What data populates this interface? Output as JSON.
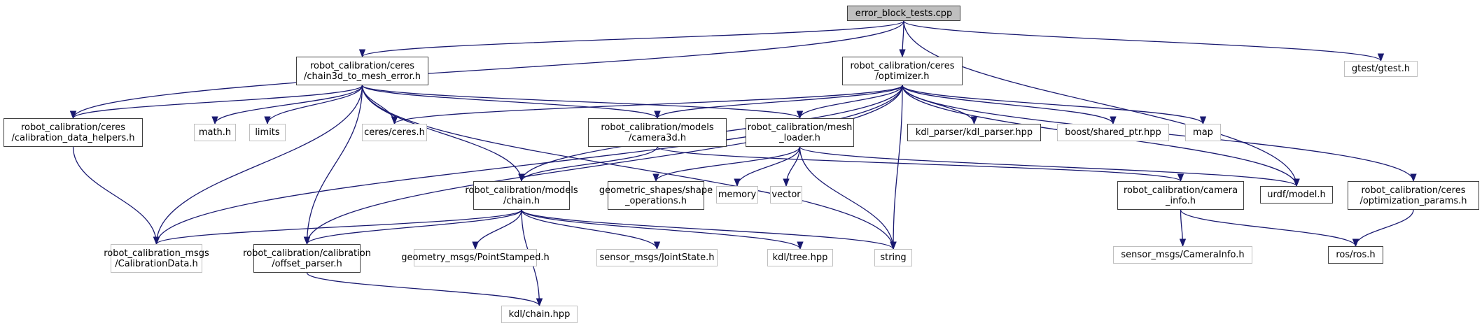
{
  "graph": {
    "title": "error_block_tests.cpp include dependency graph",
    "edge_color": "#191970",
    "nodes": [
      {
        "id": "root",
        "label": "error_block_tests.cpp",
        "kind": "root"
      },
      {
        "id": "c3d",
        "label": "robot_calibration/ceres\n/chain3d_to_mesh_error.h",
        "kind": "internal"
      },
      {
        "id": "opt",
        "label": "robot_calibration/ceres\n/optimizer.h",
        "kind": "internal"
      },
      {
        "id": "gtest",
        "label": "gtest/gtest.h",
        "kind": "external"
      },
      {
        "id": "cdh",
        "label": "robot_calibration/ceres\n/calibration_data_helpers.h",
        "kind": "internal"
      },
      {
        "id": "math",
        "label": "math.h",
        "kind": "external"
      },
      {
        "id": "limits",
        "label": "limits",
        "kind": "external"
      },
      {
        "id": "ceres",
        "label": "ceres/ceres.h",
        "kind": "external"
      },
      {
        "id": "cam3d",
        "label": "robot_calibration/models\n/camera3d.h",
        "kind": "internal"
      },
      {
        "id": "mesh",
        "label": "robot_calibration/mesh\n_loader.h",
        "kind": "internal"
      },
      {
        "id": "kdlp",
        "label": "kdl_parser/kdl_parser.hpp",
        "kind": "internal"
      },
      {
        "id": "boost",
        "label": "boost/shared_ptr.hpp",
        "kind": "external"
      },
      {
        "id": "map",
        "label": "map",
        "kind": "external"
      },
      {
        "id": "chain",
        "label": "robot_calibration/models\n/chain.h",
        "kind": "internal"
      },
      {
        "id": "geom",
        "label": "geometric_shapes/shape\n_operations.h",
        "kind": "internal"
      },
      {
        "id": "memory",
        "label": "memory",
        "kind": "external"
      },
      {
        "id": "vector",
        "label": "vector",
        "kind": "external"
      },
      {
        "id": "caminfo",
        "label": "robot_calibration/camera\n_info.h",
        "kind": "internal"
      },
      {
        "id": "urdf",
        "label": "urdf/model.h",
        "kind": "internal"
      },
      {
        "id": "optp",
        "label": "robot_calibration/ceres\n/optimization_params.h",
        "kind": "internal"
      },
      {
        "id": "caldata",
        "label": "robot_calibration_msgs\n/CalibrationData.h",
        "kind": "external"
      },
      {
        "id": "offset",
        "label": "robot_calibration/calibration\n/offset_parser.h",
        "kind": "internal"
      },
      {
        "id": "pstamp",
        "label": "geometry_msgs/PointStamped.h",
        "kind": "external"
      },
      {
        "id": "jstate",
        "label": "sensor_msgs/JointState.h",
        "kind": "external"
      },
      {
        "id": "tree",
        "label": "kdl/tree.hpp",
        "kind": "external"
      },
      {
        "id": "string",
        "label": "string",
        "kind": "external"
      },
      {
        "id": "caminfomsg",
        "label": "sensor_msgs/CameraInfo.h",
        "kind": "external"
      },
      {
        "id": "ros",
        "label": "ros/ros.h",
        "kind": "internal"
      },
      {
        "id": "kdlchain",
        "label": "kdl/chain.hpp",
        "kind": "external"
      }
    ],
    "edges": [
      [
        "root",
        "c3d"
      ],
      [
        "root",
        "opt"
      ],
      [
        "root",
        "gtest"
      ],
      [
        "root",
        "cdh"
      ],
      [
        "root",
        "urdf"
      ],
      [
        "c3d",
        "cdh"
      ],
      [
        "c3d",
        "math"
      ],
      [
        "c3d",
        "limits"
      ],
      [
        "c3d",
        "ceres"
      ],
      [
        "c3d",
        "cam3d"
      ],
      [
        "c3d",
        "mesh"
      ],
      [
        "c3d",
        "chain"
      ],
      [
        "c3d",
        "caldata"
      ],
      [
        "c3d",
        "offset"
      ],
      [
        "c3d",
        "string"
      ],
      [
        "opt",
        "ceres"
      ],
      [
        "opt",
        "cam3d"
      ],
      [
        "opt",
        "mesh"
      ],
      [
        "opt",
        "kdlp"
      ],
      [
        "opt",
        "boost"
      ],
      [
        "opt",
        "map"
      ],
      [
        "opt",
        "chain"
      ],
      [
        "opt",
        "urdf"
      ],
      [
        "opt",
        "optp"
      ],
      [
        "opt",
        "caldata"
      ],
      [
        "opt",
        "offset"
      ],
      [
        "opt",
        "string"
      ],
      [
        "cdh",
        "caldata"
      ],
      [
        "cam3d",
        "chain"
      ],
      [
        "cam3d",
        "caminfo"
      ],
      [
        "mesh",
        "geom"
      ],
      [
        "mesh",
        "memory"
      ],
      [
        "mesh",
        "vector"
      ],
      [
        "mesh",
        "string"
      ],
      [
        "mesh",
        "urdf"
      ],
      [
        "chain",
        "caldata"
      ],
      [
        "chain",
        "offset"
      ],
      [
        "chain",
        "pstamp"
      ],
      [
        "chain",
        "jstate"
      ],
      [
        "chain",
        "tree"
      ],
      [
        "chain",
        "string"
      ],
      [
        "chain",
        "kdlchain"
      ],
      [
        "offset",
        "kdlchain"
      ],
      [
        "caminfo",
        "caminfomsg"
      ],
      [
        "caminfo",
        "ros"
      ],
      [
        "optp",
        "ros"
      ]
    ]
  }
}
